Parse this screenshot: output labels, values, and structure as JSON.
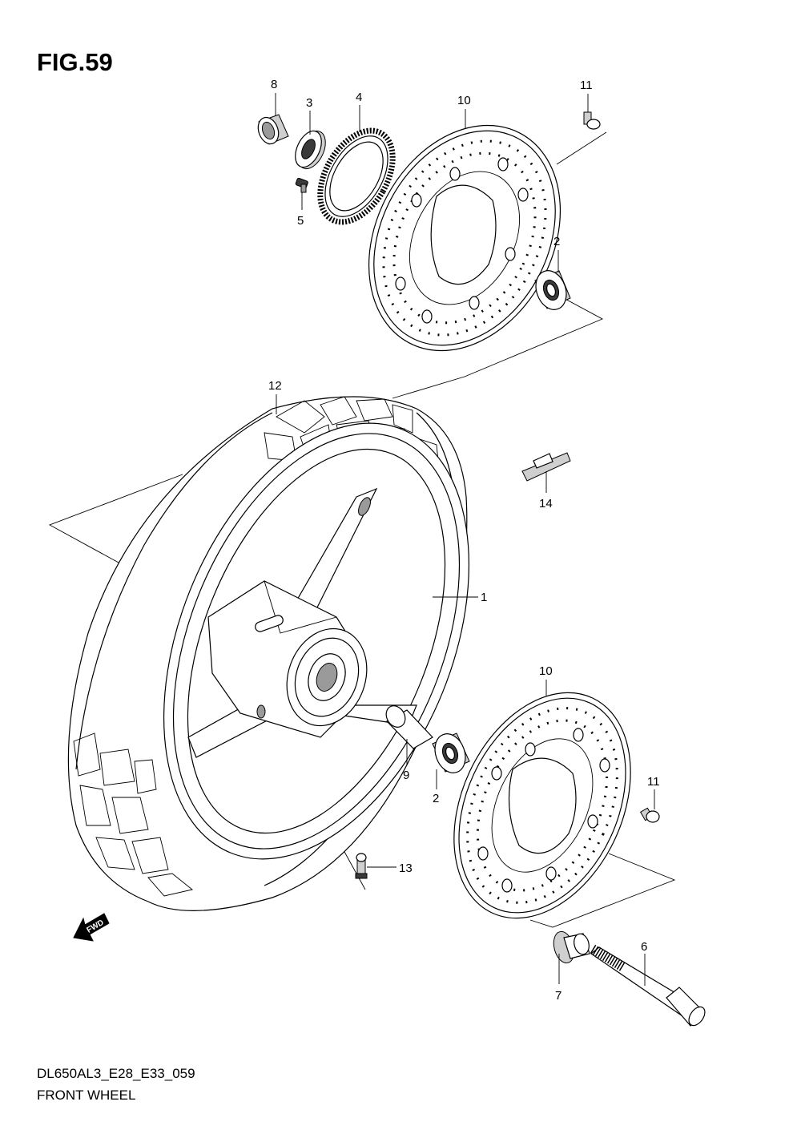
{
  "figure": {
    "title": "FIG.59",
    "model_code": "DL650AL3_E28_E33_059",
    "name": "FRONT WHEEL"
  },
  "callouts": [
    {
      "id": "c1",
      "label": "1"
    },
    {
      "id": "c2a",
      "label": "2"
    },
    {
      "id": "c2b",
      "label": "2"
    },
    {
      "id": "c3",
      "label": "3"
    },
    {
      "id": "c4",
      "label": "4"
    },
    {
      "id": "c5",
      "label": "5"
    },
    {
      "id": "c6",
      "label": "6"
    },
    {
      "id": "c7",
      "label": "7"
    },
    {
      "id": "c8",
      "label": "8"
    },
    {
      "id": "c9",
      "label": "9"
    },
    {
      "id": "c10a",
      "label": "10"
    },
    {
      "id": "c10b",
      "label": "10"
    },
    {
      "id": "c11a",
      "label": "11"
    },
    {
      "id": "c11b",
      "label": "11"
    },
    {
      "id": "c12",
      "label": "12"
    },
    {
      "id": "c13",
      "label": "13"
    },
    {
      "id": "c14",
      "label": "14"
    }
  ],
  "direction_marker": {
    "label": "FWD",
    "icon": "forward-arrow-icon"
  }
}
